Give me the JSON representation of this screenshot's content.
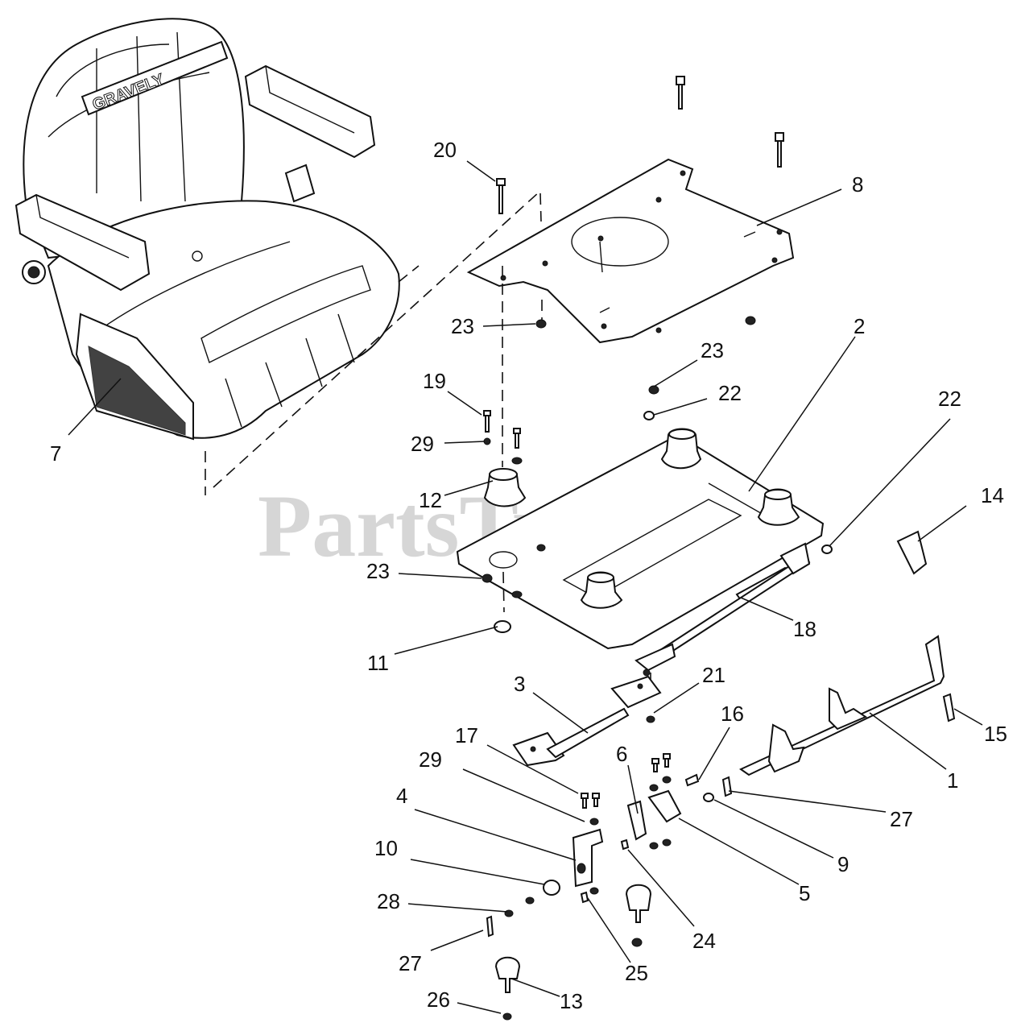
{
  "watermark": "PartsTree",
  "seat_logo": "GRAVELY",
  "callouts": [
    {
      "id": "c20a",
      "text": "20"
    },
    {
      "id": "c8",
      "text": "8"
    },
    {
      "id": "c23a",
      "text": "23"
    },
    {
      "id": "c2",
      "text": "2"
    },
    {
      "id": "c23b",
      "text": "23"
    },
    {
      "id": "c22a",
      "text": "22"
    },
    {
      "id": "c22b",
      "text": "22"
    },
    {
      "id": "c19",
      "text": "19"
    },
    {
      "id": "c29a",
      "text": "29"
    },
    {
      "id": "c7",
      "text": "7"
    },
    {
      "id": "c12",
      "text": "12"
    },
    {
      "id": "c14",
      "text": "14"
    },
    {
      "id": "c23c",
      "text": "23"
    },
    {
      "id": "c18",
      "text": "18"
    },
    {
      "id": "c11",
      "text": "11"
    },
    {
      "id": "c21",
      "text": "21"
    },
    {
      "id": "c3",
      "text": "3"
    },
    {
      "id": "c16",
      "text": "16"
    },
    {
      "id": "c15",
      "text": "15"
    },
    {
      "id": "c17",
      "text": "17"
    },
    {
      "id": "c29b",
      "text": "29"
    },
    {
      "id": "c6",
      "text": "6"
    },
    {
      "id": "c1",
      "text": "1"
    },
    {
      "id": "c4",
      "text": "4"
    },
    {
      "id": "c27a",
      "text": "27"
    },
    {
      "id": "c10",
      "text": "10"
    },
    {
      "id": "c9",
      "text": "9"
    },
    {
      "id": "c28",
      "text": "28"
    },
    {
      "id": "c5",
      "text": "5"
    },
    {
      "id": "c24",
      "text": "24"
    },
    {
      "id": "c27b",
      "text": "27"
    },
    {
      "id": "c25",
      "text": "25"
    },
    {
      "id": "c26",
      "text": "26"
    },
    {
      "id": "c13",
      "text": "13"
    }
  ]
}
